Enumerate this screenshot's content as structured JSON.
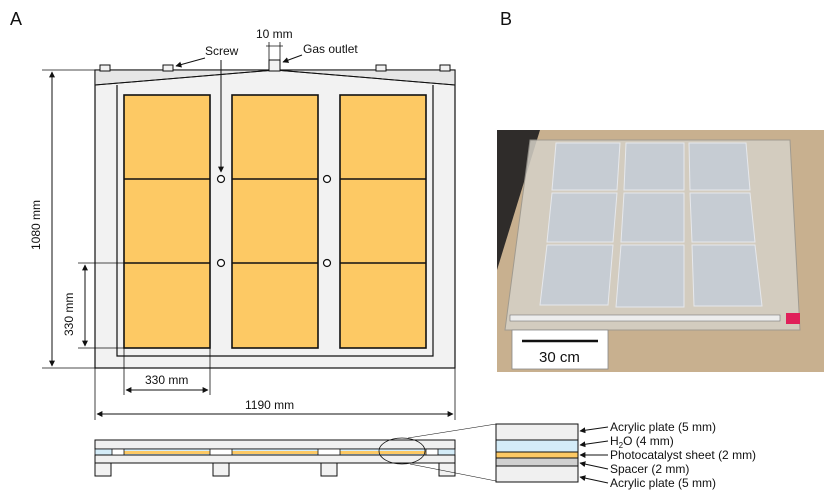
{
  "panels": {
    "a": "A",
    "b": "B"
  },
  "top_view": {
    "labels": {
      "width_small": "10 mm",
      "gas_outlet": "Gas outlet",
      "screw": "Screw",
      "height": "1080 mm",
      "cell_height": "330 mm",
      "cell_width": "330 mm",
      "width": "1190 mm"
    },
    "colors": {
      "sheet_fill": "#FDC964",
      "frame_fill": "#F2F2F2",
      "outline": "#111111"
    }
  },
  "photo": {
    "scale_label": "30 cm"
  },
  "layers": [
    {
      "label_base": "Acrylic plate (5 mm)",
      "color": "#F0F0F0"
    },
    {
      "label_base": "H",
      "sub": "2",
      "label_rest": "O (4 mm)",
      "color": "#D4ECF8"
    },
    {
      "label_base": "Photocatalyst sheet (2 mm)",
      "color": "#FDC964"
    },
    {
      "label_base": "Spacer (2 mm)",
      "color": "#D0D0D0"
    },
    {
      "label_base": "Acrylic plate (5 mm)",
      "color": "#F0F0F0"
    }
  ]
}
